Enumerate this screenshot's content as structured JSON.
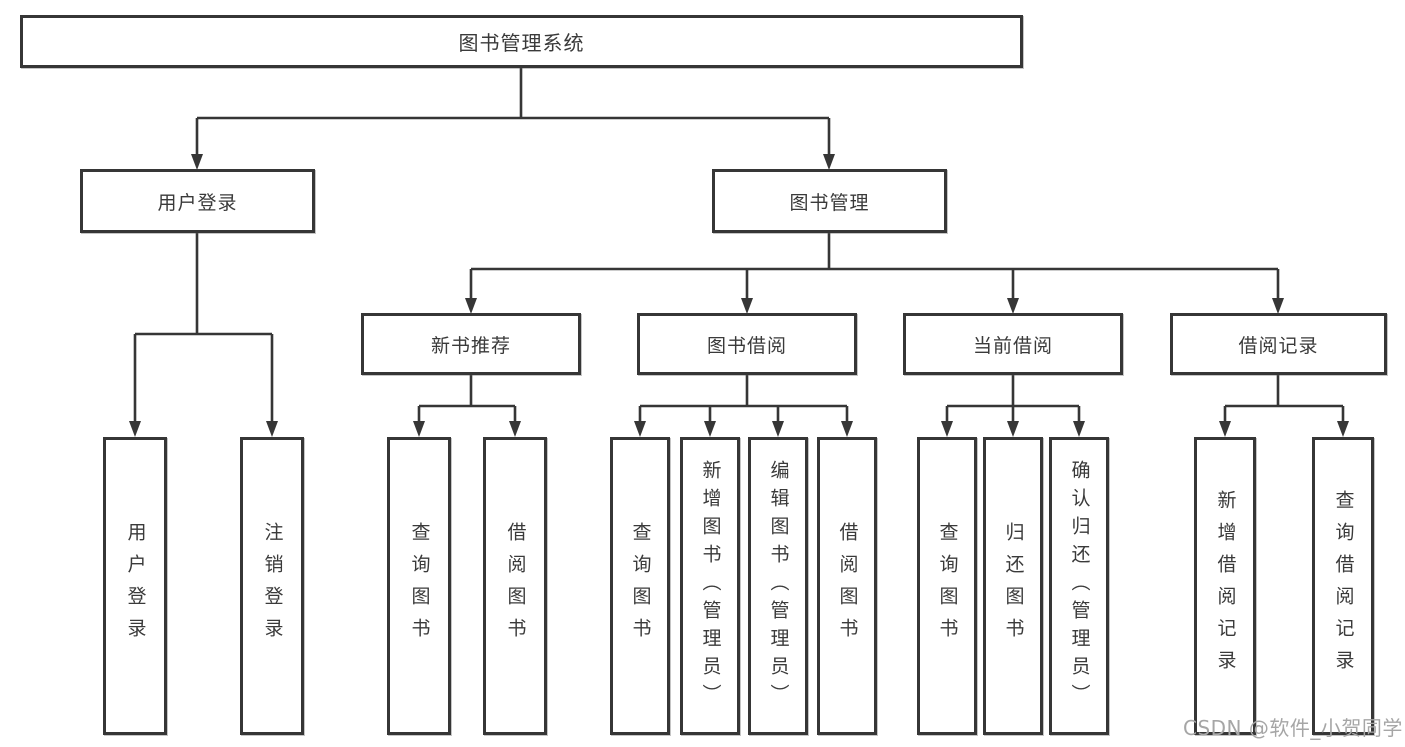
{
  "diagram": {
    "root": {
      "label": "图书管理系统"
    },
    "level2": [
      {
        "label": "用户登录"
      },
      {
        "label": "图书管理"
      }
    ],
    "level3": [
      {
        "label": "新书推荐"
      },
      {
        "label": "图书借阅"
      },
      {
        "label": "当前借阅"
      },
      {
        "label": "借阅记录"
      }
    ],
    "leaves": {
      "user_login": [
        "用户登录",
        "注销登录"
      ],
      "new_book": [
        "查询图书",
        "借阅图书"
      ],
      "book_borrow": [
        "查询图书",
        "新增图书（管理员）",
        "编辑图书（管理员）",
        "借阅图书"
      ],
      "current_borrow": [
        "查询图书",
        "归还图书",
        "确认归还（管理员）"
      ],
      "borrow_record": [
        "新增借阅记录",
        "查询借阅记录"
      ]
    }
  },
  "watermark": {
    "text": "CSDN @软件_小贺同学"
  },
  "colors": {
    "line": "#363636",
    "text": "#3a3a3a",
    "watermark": "#a6a6a6",
    "background": "#ffffff"
  }
}
